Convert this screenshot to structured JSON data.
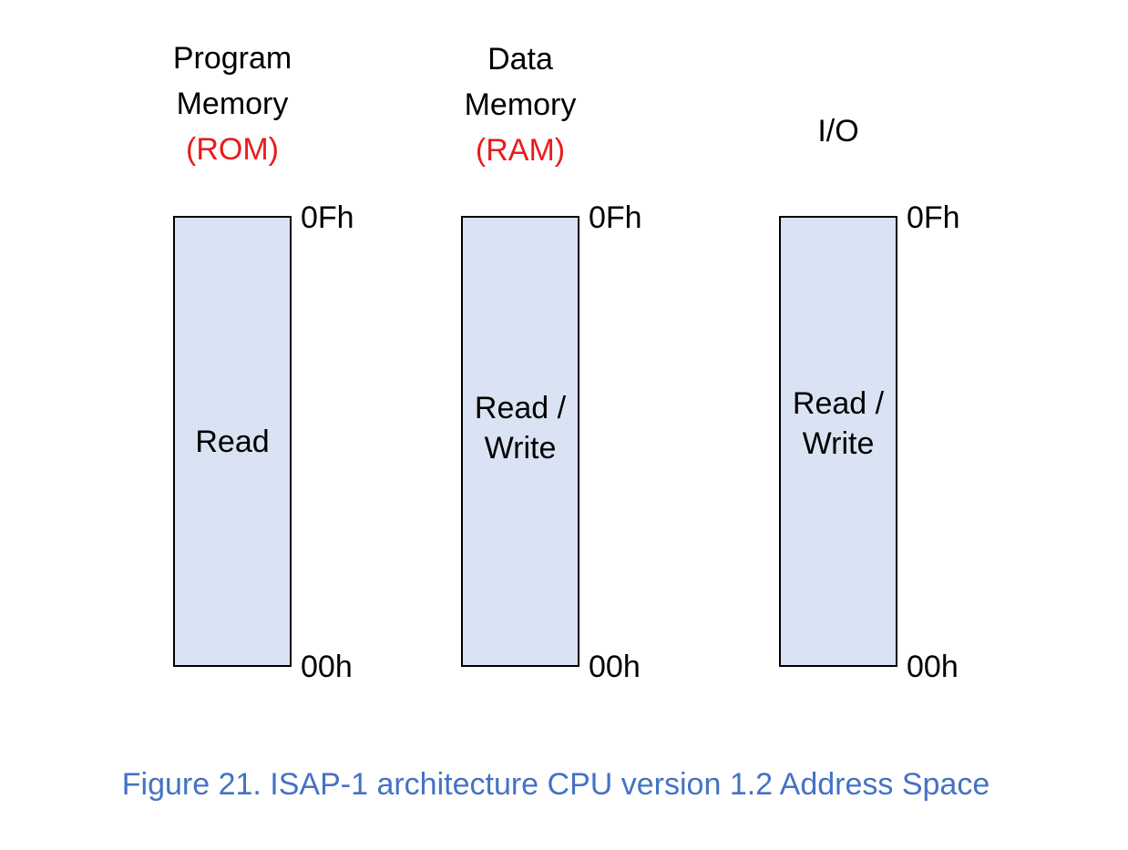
{
  "colors": {
    "block_fill": "#dae3f3",
    "block_border": "#000000",
    "label_accent": "#e81c1c",
    "caption": "#4472c4"
  },
  "spaces": [
    {
      "heading": [
        "Program",
        "Memory"
      ],
      "heading_accent": "(ROM)",
      "access": [
        "Read"
      ],
      "top_address": "0Fh",
      "bottom_address": "00h"
    },
    {
      "heading": [
        "Data",
        "Memory"
      ],
      "heading_accent": "(RAM)",
      "access": [
        "Read /",
        "Write"
      ],
      "top_address": "0Fh",
      "bottom_address": "00h"
    },
    {
      "heading": [
        "I/O"
      ],
      "heading_accent": "",
      "access": [
        "Read /",
        "Write"
      ],
      "top_address": "0Fh",
      "bottom_address": "00h"
    }
  ],
  "caption": "Figure 21.  ISAP-1 architecture CPU version 1.2 Address Space"
}
